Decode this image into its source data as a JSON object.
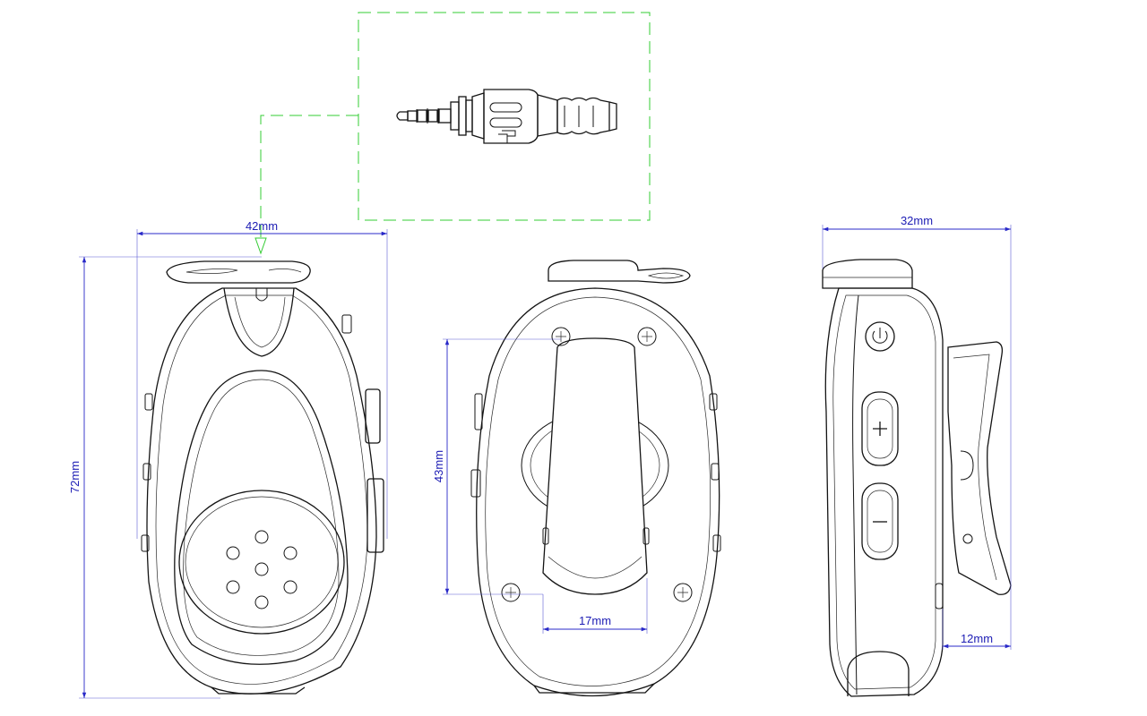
{
  "dimensions": {
    "front_width": "42mm",
    "front_height": "72mm",
    "back_height": "43mm",
    "clip_width": "17mm",
    "side_width": "32mm",
    "clip_depth": "12mm"
  },
  "colors": {
    "dimension_lines": "#2828c8",
    "dimension_text": "#1c1cb4",
    "connector_callout": "#33cc33",
    "outline": "#141414"
  }
}
